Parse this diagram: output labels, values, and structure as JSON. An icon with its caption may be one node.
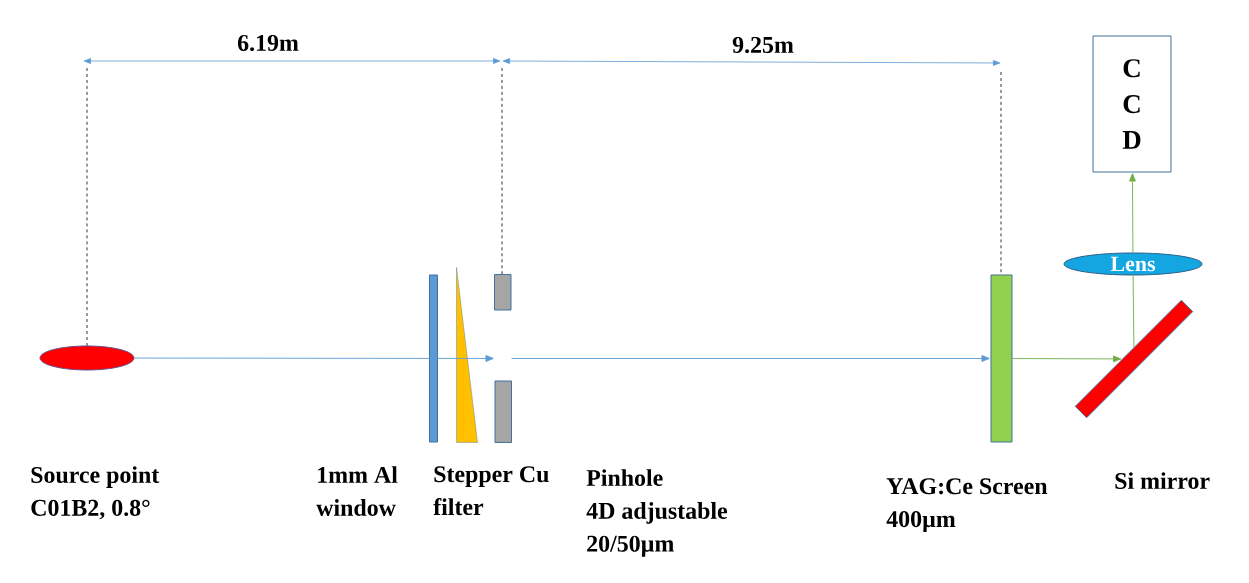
{
  "diagram": {
    "nodes": [
      {
        "text": [],
        "shape": "ellipse"
      },
      {
        "text": [],
        "shape": "bar",
        "beside": [
          "1mm Al window"
        ]
      },
      {
        "text": [],
        "shape": "triangle",
        "beside": [
          "Stepper Cu filter"
        ]
      },
      {
        "text": [],
        "shape": "box",
        "beside": [
          "Pinhole 4D adjustable 20/50µm"
        ]
      },
      {
        "text": [],
        "shape": "bar",
        "beside": [
          "YAG:Ce Screen 400µm"
        ]
      },
      {
        "text": [],
        "shape": "bar",
        "beside": [
          "Si mirror"
        ]
      },
      {
        "text": [
          "Lens"
        ]
      },
      {
        "text": [
          "C C D"
        ]
      }
    ],
    "edges": [
      {
        "from": 0,
        "to": 3,
        "arrow": "to",
        "color": "#5b9bd5"
      },
      {
        "from": 3,
        "to": 4,
        "arrow": "to",
        "color": "#5b9bd5"
      },
      {
        "from": 4,
        "to": 5,
        "arrow": "to",
        "color": "#70ad47"
      },
      {
        "from": 5,
        "to": 6,
        "arrow": "none",
        "color": "#70ad47"
      },
      {
        "from": 6,
        "to": 7,
        "arrow": "to",
        "color": "#70ad47"
      }
    ],
    "labels": [
      "6.19m",
      "9.25m",
      "Source point C01B2, 0.8°"
    ]
  }
}
